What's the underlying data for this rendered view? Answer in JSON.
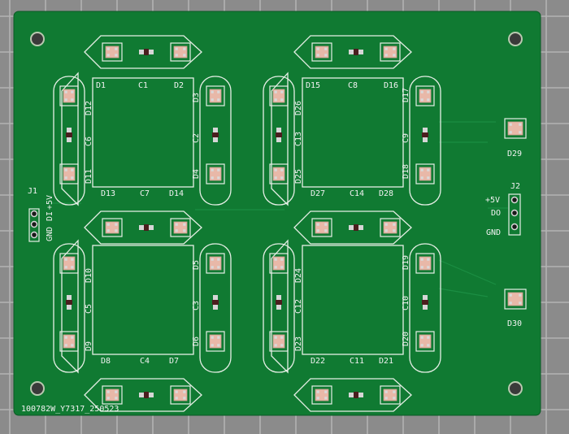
{
  "board_id": "100782W_Y7317_250523",
  "connectors": {
    "j1": {
      "ref": "J1",
      "pins": [
        "GND",
        "DI",
        "+5V"
      ]
    },
    "j2": {
      "ref": "J2",
      "pins": [
        "+5V",
        "DO",
        "GND"
      ]
    }
  },
  "modules": [
    {
      "id": "top-left",
      "d_tl": "D1",
      "c_top": "C1",
      "d_tr": "D2",
      "d_lt": "D12",
      "c_left": "C6",
      "d_lb": "D11",
      "d_rt": "D3",
      "c_right": "C2",
      "d_rb": "D4",
      "d_bl": "D13",
      "c_bot": "C7",
      "d_br": "D14"
    },
    {
      "id": "top-right",
      "d_tl": "D15",
      "c_top": "C8",
      "d_tr": "D16",
      "d_lt": "D26",
      "c_left": "C13",
      "d_lb": "D25",
      "d_rt": "D17",
      "c_right": "C9",
      "d_rb": "D18",
      "d_bl": "D27",
      "c_bot": "C14",
      "d_br": "D28"
    },
    {
      "id": "bottom-left",
      "d_tl": "",
      "c_top": "",
      "d_tr": "",
      "d_lt": "D10",
      "c_left": "C5",
      "d_lb": "D9",
      "d_rt": "D5",
      "c_right": "C3",
      "d_rb": "D6",
      "d_bl": "D8",
      "c_bot": "C4",
      "d_br": "D7"
    },
    {
      "id": "bottom-right",
      "d_tl": "",
      "c_top": "",
      "d_tr": "",
      "d_lt": "D24",
      "c_left": "C12",
      "d_lb": "D23",
      "d_rt": "D19",
      "c_right": "C10",
      "d_rb": "D20",
      "d_bl": "D22",
      "c_bot": "C11",
      "d_br": "D21"
    }
  ],
  "extra_leds": [
    {
      "id": "d29",
      "ref": "D29"
    },
    {
      "id": "d30",
      "ref": "D30"
    }
  ],
  "colors": {
    "mat": "#8b8b8b",
    "grid": "#bdbdbd",
    "pcb": "#107a32",
    "silk": "#e6efe6",
    "led": "#e8b8a8"
  }
}
